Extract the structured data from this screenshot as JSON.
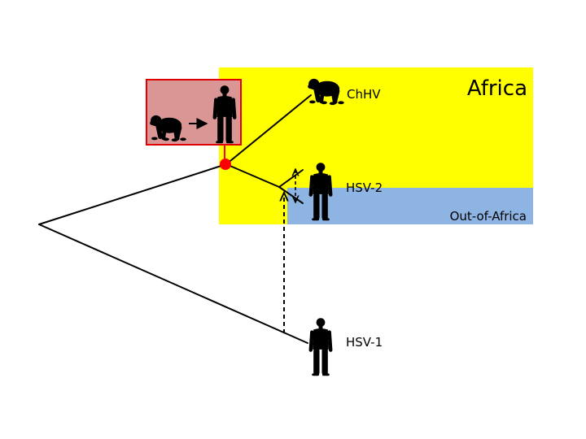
{
  "regions": {
    "africa_label": "Africa",
    "out_of_africa_label": "Out-of-Africa"
  },
  "leaves": {
    "chhv": "ChHV",
    "hsv2": "HSV-2",
    "hsv1": "HSV-1"
  },
  "colors": {
    "africa": "#ffff00",
    "out_of_africa": "#8eb4e3",
    "transmission_box_fill": "#d99694",
    "transmission_box_border": "#e00000",
    "transmission_node": "#ff0000"
  },
  "icons": {
    "chimpanzee": "chimpanzee-icon",
    "human": "human-icon",
    "arrow": "right-arrow-icon"
  }
}
